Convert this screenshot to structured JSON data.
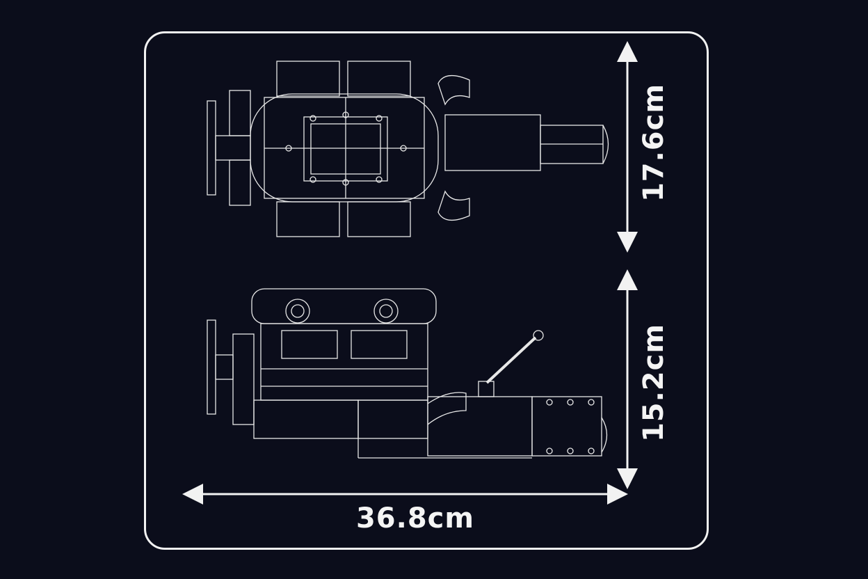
{
  "dimensions": {
    "width_label": "36.8cm",
    "top_view_height_label": "17.6cm",
    "side_view_height_label": "15.2cm"
  },
  "colors": {
    "background": "#0b0d1b",
    "line": "#f2f2f2"
  }
}
